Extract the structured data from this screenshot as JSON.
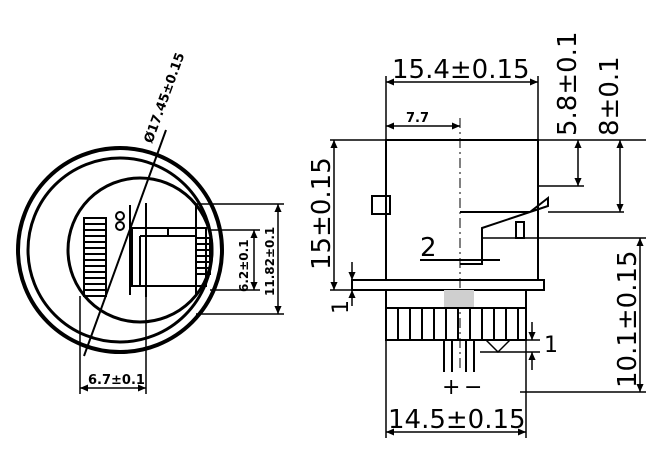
{
  "left_view": {
    "diameter": "Ø17.45±0.15",
    "width_6_7": "6.7±0.1",
    "height_6_2": "6.2±0.1",
    "height_11_82": "11.82±0.1",
    "led_number": "8"
  },
  "right_view": {
    "top_width": "15.4±0.15",
    "inner_7_7": "7.7",
    "top_5_8": "5.8±0.1",
    "top_8": "8±0.1",
    "left_15": "15±0.15",
    "center_2": "2",
    "left_1": "1",
    "right_1": "1",
    "right_10_1": "10.1±0.15",
    "bottom_width": "14.5±0.15",
    "plus": "+",
    "minus": "−"
  }
}
